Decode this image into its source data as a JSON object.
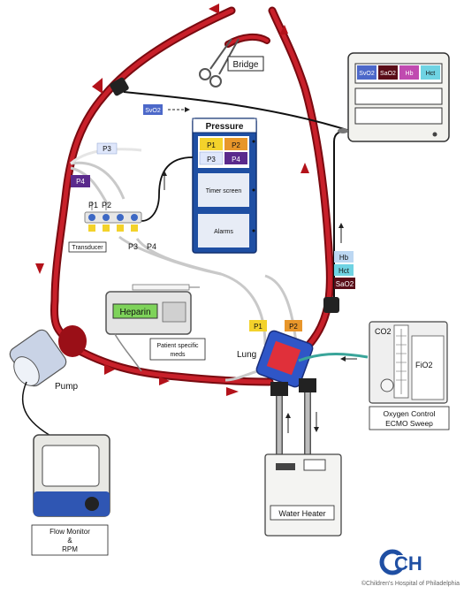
{
  "labels": {
    "bridge": "Bridge",
    "pressure": "Pressure",
    "transducer": "Transducer",
    "heparin": "Heparin",
    "patient_meds": [
      "Patient specific",
      "meds"
    ],
    "lung": "Lung",
    "pump": "Pump",
    "water_heater": "Water Heater",
    "oxygen_control": [
      "Oxygen Control",
      "ECMO Sweep"
    ],
    "flow_monitor": [
      "Flow Monitor",
      "&",
      "RPM"
    ],
    "timer_screen": "Timer screen",
    "alarms": "Alarms",
    "copyright": "©Children's Hospital of Philadelphia",
    "logo_text": "CH"
  },
  "tags": {
    "svo2": "SvO2",
    "sao2": "SaO2",
    "hb": "Hb",
    "hct": "Hct",
    "p1": "P1",
    "p2": "P2",
    "p3": "P3",
    "p4": "P4",
    "co2": "CO2",
    "fio2": "FiO2"
  },
  "monitor": {
    "cells": [
      "SvO2",
      "SaO2",
      "Hb",
      "Hct"
    ]
  },
  "colors": {
    "blood_line": "#b3121a",
    "hb_tag": "#bcd7f2",
    "hct_tag": "#6fd3e3",
    "sao2_tag": "#5a0d18",
    "svo2_tag": "#4c68c9",
    "p1_tag": "#f3d22b",
    "p2_tag": "#e8962a",
    "p3_tag": "#dfe7fb",
    "p4_tag": "#5a2a8c",
    "pressure_panel": "#1f4fa3",
    "lung_blue": "#2f56c7",
    "lung_red": "#e0303a",
    "sweep_line": "#3aa59a"
  }
}
